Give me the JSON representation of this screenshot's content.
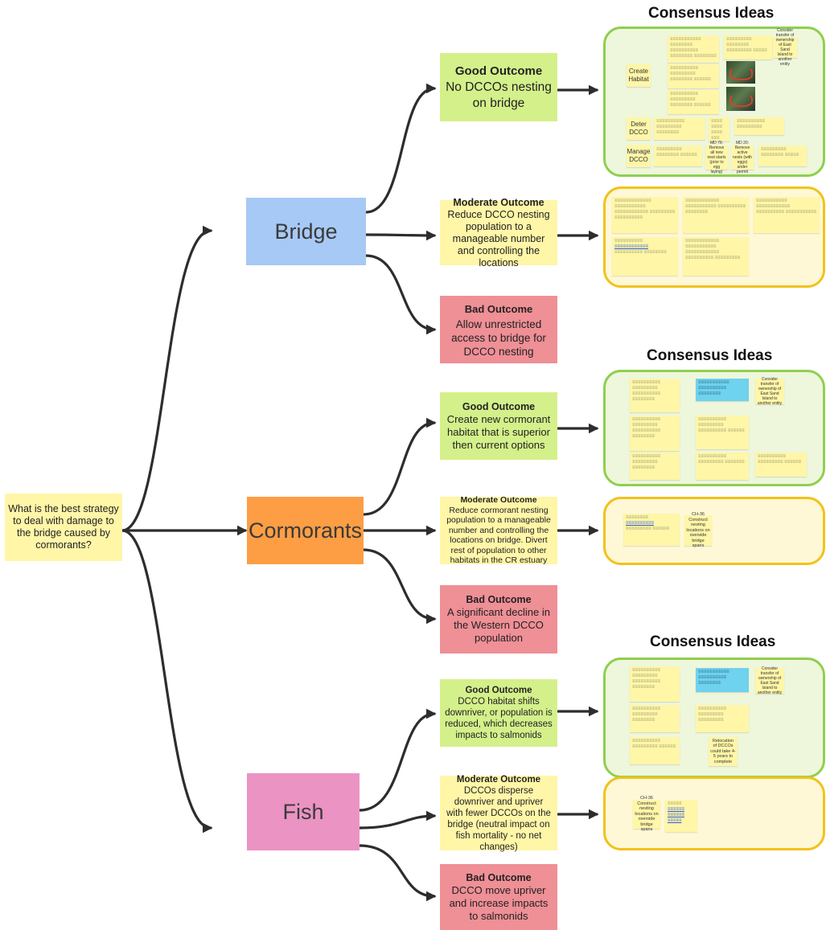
{
  "root": {
    "question": "What is the best strategy to deal with damage to the bridge caused by cormorants?"
  },
  "categories": {
    "bridge": "Bridge",
    "cormorants": "Cormorants",
    "fish": "Fish"
  },
  "headers": {
    "consensus": "Consensus Ideas"
  },
  "bridge": {
    "good": {
      "heading": "Good Outcome",
      "text": "No DCCOs nesting on bridge"
    },
    "moderate": {
      "heading": "Moderate Outcome",
      "text": "Reduce DCCO nesting population to a manageable number and controlling the locations"
    },
    "bad": {
      "heading": "Bad Outcome",
      "text": "Allow unrestricted access to bridge for DCCO nesting"
    }
  },
  "cormorants": {
    "good": {
      "heading": "Good Outcome",
      "text": "Create new cormorant habitat that is superior then current options"
    },
    "moderate": {
      "heading": "Moderate Outcome",
      "text": "Reduce cormorant nesting population to a manageable number and controlling the locations on bridge. Divert rest of population to other habitats in the CR estuary"
    },
    "bad": {
      "heading": "Bad Outcome",
      "text": "A significant decline in the Western DCCO population"
    }
  },
  "fish": {
    "good": {
      "heading": "Good Outcome",
      "text": "DCCO habitat shifts downriver, or population is reduced, which decreases impacts to salmonids"
    },
    "moderate": {
      "heading": "Moderate Outcome",
      "text": "DCCOs disperse downriver and upriver with fewer DCCOs on the bridge (neutral impact on fish mortality - no net changes)"
    },
    "bad": {
      "heading": "Bad Outcome",
      "text": "DCCO move upriver and increase impacts to salmonids"
    }
  },
  "panel_notes": {
    "create_habitat": "Create Habitat",
    "deter_dcco": "Deter DCCO",
    "manage_dcco": "Manage DCCO",
    "transfer_east_sand": "Consider transfer of ownership of East Sand Island to another entity",
    "md76": "MD 76: Remove all new nest starts (prior to egg laying)",
    "md20": "MD 20: Remove active nests (with eggs) under permit",
    "ch36": "CH-36 Construct nesting locations on overside bridge spans",
    "ch36_fish": "CH-36 Construct nesting locations on overside bridge spans",
    "relocation": "Relocation of DCCOs could take 4-5 years to complete"
  }
}
